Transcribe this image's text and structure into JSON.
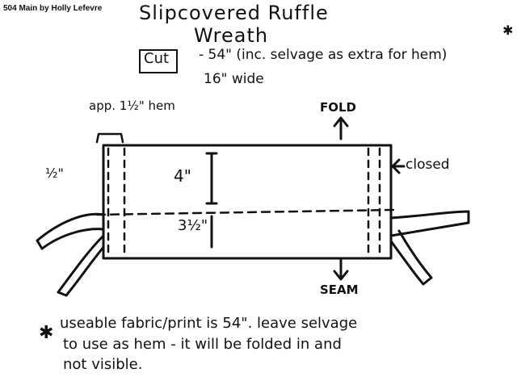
{
  "credit": "504 Main by Holly Lefevre",
  "title": {
    "line1": "Slipcovered Ruffle",
    "line2": "Wreath"
  },
  "cut": {
    "label": "Cut",
    "line1": "- 54\" (inc. selvage as extra for hem)",
    "line2": "16\" wide"
  },
  "labels": {
    "hem": "app. 1½\" hem",
    "fold": "FOLD",
    "half": "½\"",
    "four": "4\"",
    "three_half": "3½\"",
    "closed": "closed",
    "seam": "SEAM"
  },
  "note": {
    "line1": "useable fabric/print is 54\". leave selvage",
    "line2": "to use as hem - it will be folded in and",
    "line3": "not visible."
  },
  "icons": [
    "up-arrow-icon",
    "down-arrow-icon",
    "left-arrow-icon",
    "bracket-icon",
    "asterisk-icon"
  ]
}
